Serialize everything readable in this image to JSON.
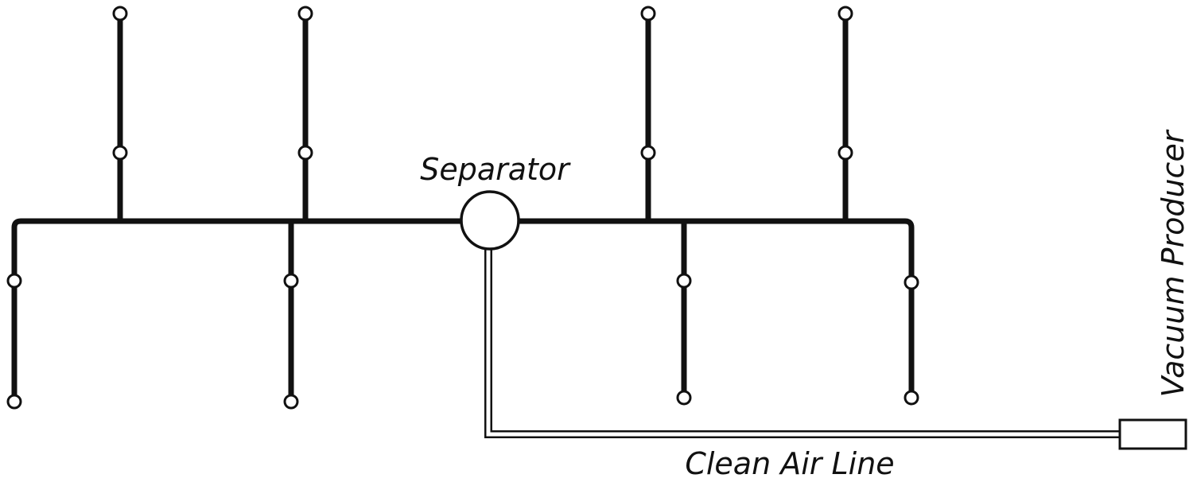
{
  "diagram": {
    "separator_label": "Separator",
    "clean_air_label": "Clean Air Line",
    "vacuum_producer_label": "Vacuum Producer"
  }
}
